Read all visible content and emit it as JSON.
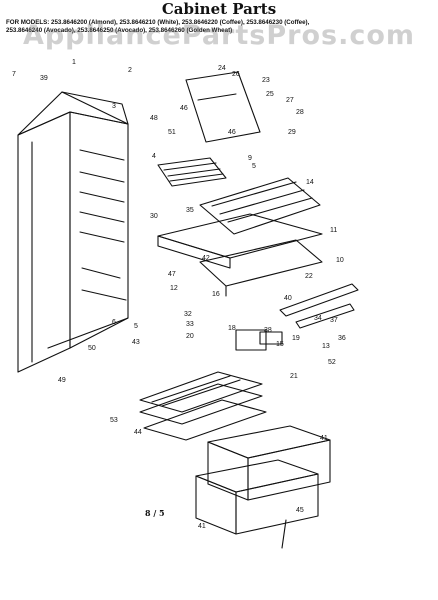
{
  "diagram": {
    "title": "Cabinet Parts",
    "models_text": "FOR MODELS: 253.8646200 (Almond), 253.8646210 (White), 253.8646220 (Coffee), 253.8646230 (Coffee),\n253.8646240 (Avocado), 253.8646250 (Avocado), 253.8646260 (Golden Wheat)",
    "watermark": "AppliancePartsPros.com",
    "page_number": "8 / 5",
    "colors": {
      "ink": "#111111",
      "paper": "#ffffff",
      "watermark": "#8a8a8a"
    },
    "callouts": [
      "7",
      "39",
      "1",
      "2",
      "3",
      "48",
      "51",
      "24",
      "26",
      "23",
      "25",
      "27",
      "28",
      "46",
      "46",
      "4",
      "29",
      "9",
      "5",
      "14",
      "30",
      "35",
      "11",
      "47",
      "42",
      "10",
      "22",
      "12",
      "16",
      "40",
      "6",
      "5",
      "43",
      "32",
      "33",
      "18",
      "38",
      "34",
      "37",
      "36",
      "20",
      "15",
      "13",
      "19",
      "52",
      "21",
      "50",
      "49",
      "53",
      "44",
      "41",
      "45",
      "41"
    ]
  }
}
